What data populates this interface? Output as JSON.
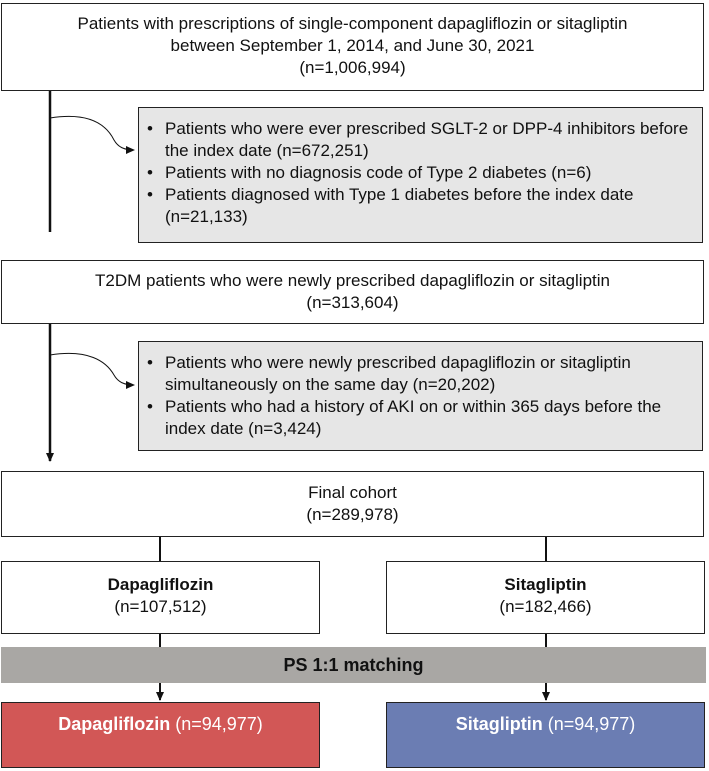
{
  "colors": {
    "exclusion_fill": "#e6e6e6",
    "matching_band": "#a9a7a4",
    "dapagliflozin_result": "#d25756",
    "sitagliptin_result": "#6b7db3"
  },
  "boxes": {
    "initial": {
      "lines": [
        "Patients with prescriptions of single-component dapagliflozin or sitagliptin",
        "between September 1, 2014, and June 30, 2021",
        "(n=1,006,994)"
      ]
    },
    "exclusion1": {
      "items": [
        "Patients who were ever prescribed SGLT-2 or DPP-4 inhibitors before the index date (n=672,251)",
        "Patients with no diagnosis code of Type 2 diabetes (n=6)",
        "Patients diagnosed with Type 1 diabetes before the index date (n=21,133)"
      ]
    },
    "t2dm": {
      "lines": [
        "T2DM patients who were newly prescribed dapagliflozin or sitagliptin",
        "(n=313,604)"
      ]
    },
    "exclusion2": {
      "items": [
        "Patients who were newly prescribed dapagliflozin or sitagliptin simultaneously on the same day (n=20,202)",
        "Patients who had a history of AKI on or within 365 days before the index date (n=3,424)"
      ]
    },
    "final": {
      "lines": [
        "Final cohort",
        "(n=289,978)"
      ]
    },
    "dapa_pre": {
      "name": "Dapagliflozin",
      "n": "(n=107,512)"
    },
    "sita_pre": {
      "name": "Sitagliptin",
      "n": "(n=182,466)"
    },
    "matching": {
      "label": "PS 1:1 matching"
    },
    "dapa_post": {
      "name": "Dapagliflozin",
      "n": "(n=94,977)"
    },
    "sita_post": {
      "name": "Sitagliptin",
      "n": "(n=94,977)"
    }
  }
}
